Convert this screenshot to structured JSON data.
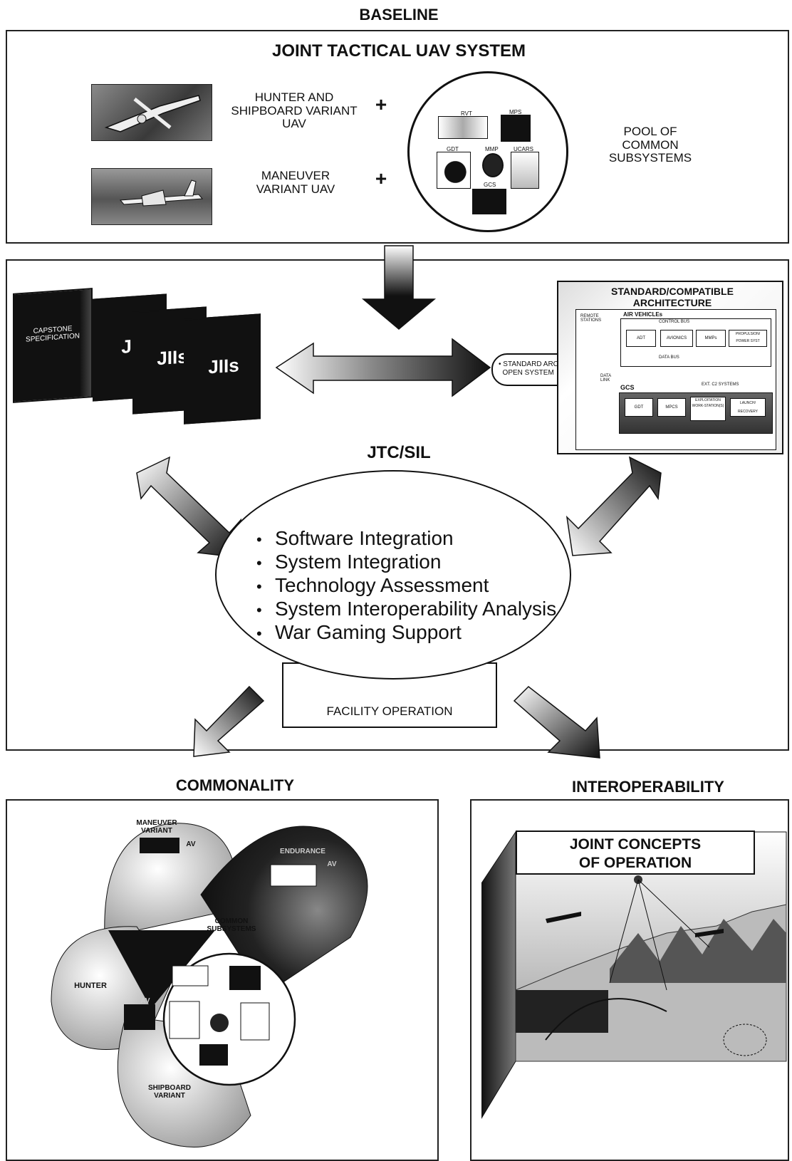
{
  "baseline": {
    "heading": "BASELINE",
    "system_title": "JOINT TACTICAL UAV SYSTEM",
    "hunter_label": "HUNTER AND SHIPBOARD VARIANT UAV",
    "maneuver_label": "MANEUVER VARIANT UAV",
    "plus": "+",
    "pool_label": "POOL OF COMMON SUBSYSTEMS",
    "subsystems": [
      "RVT",
      "MPS",
      "GDT",
      "MMP",
      "UCARS",
      "GCS"
    ]
  },
  "jtc": {
    "books": [
      "CAPSTONE SPECIFICATION",
      "JIIs",
      "JIIs",
      "JIIs"
    ],
    "open_system_line1": "• STANDARD ARCHITECTURE",
    "open_system_line2": "  OPEN SYSTEM",
    "arch_title_line1": "STANDARD/COMPATIBLE",
    "arch_title_line2": "ARCHITECTURE",
    "arch": {
      "remote_stations": "REMOTE STATIONS",
      "air_vehicles": "AIR VEHICLEs",
      "control_bus": "CONTROL BUS",
      "data_bus": "DATA BUS",
      "data_link": "DATA LINK",
      "gcs": "GCS",
      "ext_c2": "EXT. C2 SYSTEMS",
      "av_boxes": [
        "ADT",
        "AVIONICS",
        "MMPs",
        "PROPULSION/ POWER SYST"
      ],
      "gcs_boxes": [
        "GDT",
        "MPCS",
        "EXPLOITATION WORK-STATION(S)",
        "LAUNCH/ RECOVERY"
      ]
    },
    "center_title": "JTC/SIL",
    "activities": [
      "Software Integration",
      "System Integration",
      "Technology Assessment",
      "System Interoperability Analysis",
      "War Gaming Support"
    ],
    "bullet": "•",
    "facility": "FACILITY OPERATION"
  },
  "commonality": {
    "heading": "COMMONALITY",
    "maneuver_variant": "MANEUVER VARIANT",
    "endurance": "ENDURANCE",
    "av": "AV",
    "hunter": "HUNTER",
    "shipboard_variant": "SHIPBOARD VARIANT",
    "common_subsystems": "COMMON SUBSYSTEMS"
  },
  "interoperability": {
    "heading": "INTEROPERABILITY",
    "concepts_line1": "JOINT CONCEPTS",
    "concepts_line2": "OF OPERATION"
  }
}
